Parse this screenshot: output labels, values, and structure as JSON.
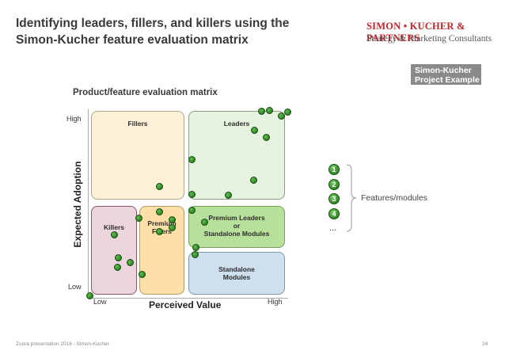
{
  "slide": {
    "title_line1": "Identifying leaders, fillers, and killers using the",
    "title_line2": "Simon-Kucher feature evaluation matrix",
    "footer": "Zuora presentation 2016 - Simon-Kucher",
    "page_number": "24"
  },
  "brand": {
    "name": "SIMON • KUCHER & PARTNERS",
    "tagline": "Strategy & Marketing Consultants",
    "color": "#c0272d"
  },
  "badge": {
    "line1": "Simon-Kucher",
    "line2": "Project Example",
    "color": "#8a8a8a"
  },
  "matrix": {
    "title": "Product/feature evaluation matrix",
    "y_axis": {
      "title": "Expected Adoption",
      "high": "High",
      "low": "Low"
    },
    "x_axis": {
      "title": "Perceived Value",
      "high": "High",
      "low": "Low"
    },
    "quadrants": {
      "fillers": {
        "label": "Fillers",
        "color": "#fdf0d8"
      },
      "leaders": {
        "label": "Leaders",
        "color": "#e6f3df"
      },
      "killers": {
        "label": "Killers",
        "color": "#ecd4dc"
      },
      "premium_fillers": {
        "line1": "Premium",
        "line2": "Fillers",
        "color": "#fde0a8"
      },
      "premium_leaders": {
        "line1": "Premium Leaders",
        "line2": "or",
        "line3": "Standalone Modules",
        "color": "#b7e09a"
      },
      "standalone": {
        "line1": "Standalone",
        "line2": "Modules",
        "color": "#cedfee"
      }
    },
    "marker_color": "#2e8b22"
  },
  "legend": {
    "items": [
      "1",
      "2",
      "3",
      "4"
    ],
    "ellipsis": "...",
    "label": "Features/modules"
  }
}
